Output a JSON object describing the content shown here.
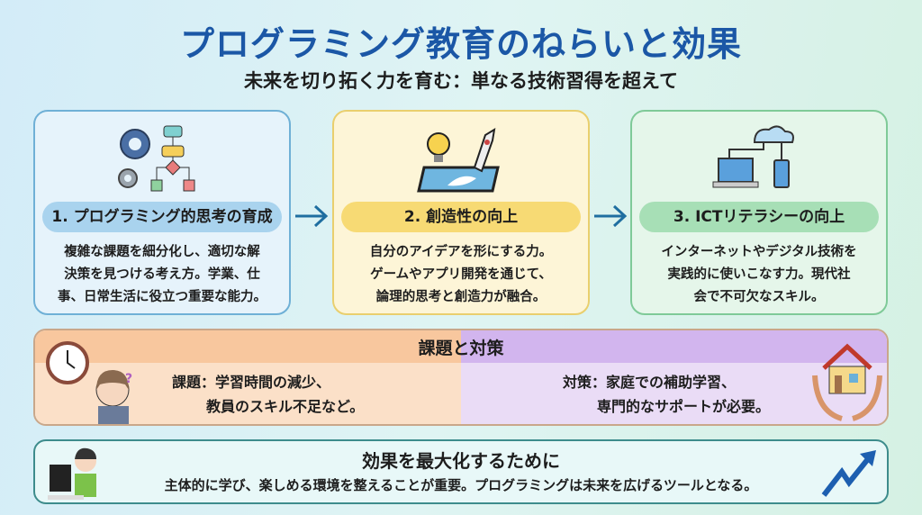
{
  "header": {
    "title": "プログラミング教育のねらいと効果",
    "subtitle": "未来を切り拓く力を育む：単なる技術習得を超えて"
  },
  "cards": [
    {
      "label": "1. プログラミング的思考の育成",
      "lines": [
        "複雑な課題を細分化し、適切な解",
        "決策を見つける考え方。学業、仕",
        "事、日常生活に役立つ重要な能力。"
      ]
    },
    {
      "label": "2. 創造性の向上",
      "lines": [
        "自分のアイデアを形にする力。",
        "ゲームやアプリ開発を通じて、",
        "論理的思考と創造力が融合。"
      ]
    },
    {
      "label": "3. ICTリテラシーの向上",
      "lines": [
        "インターネットやデジタル技術を",
        "実践的に使いこなす力。現代社",
        "会で不可欠なスキル。"
      ]
    }
  ],
  "challenge": {
    "title": "課題と対策",
    "problem": [
      "課題：学習時間の減少、",
      "教員のスキル不足など。"
    ],
    "solution": [
      "対策：家庭での補助学習、",
      "専門的なサポートが必要。"
    ]
  },
  "effect": {
    "title": "効果を最大化するために",
    "text": "主体的に学び、楽しめる環境を整えることが重要。プログラミングは未来を広げるツールとなる。"
  },
  "colors": {
    "title": "#1b57a6",
    "arrow": "#1f6ea0"
  }
}
